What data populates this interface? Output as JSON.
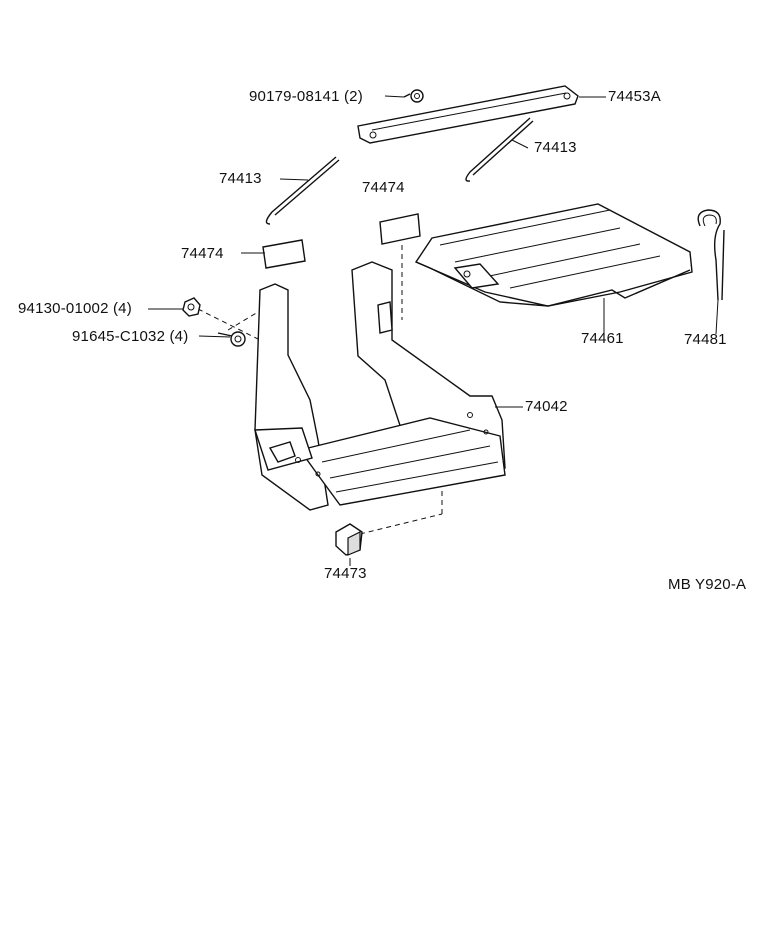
{
  "diagram_id": "MB Y920-A",
  "parts": {
    "bolt_nut": "90179-08141 (2)",
    "hold_down_rod": "74453A",
    "clamp_bolt_right": "74413",
    "clamp_bolt_left": "74413",
    "pad_center": "74474",
    "pad_left": "74474",
    "nut": "94130-01002 (4)",
    "bolt": "91645-C1032 (4)",
    "tray": "74461",
    "clamp": "74481",
    "carrier": "74042",
    "stopper": "74473"
  }
}
